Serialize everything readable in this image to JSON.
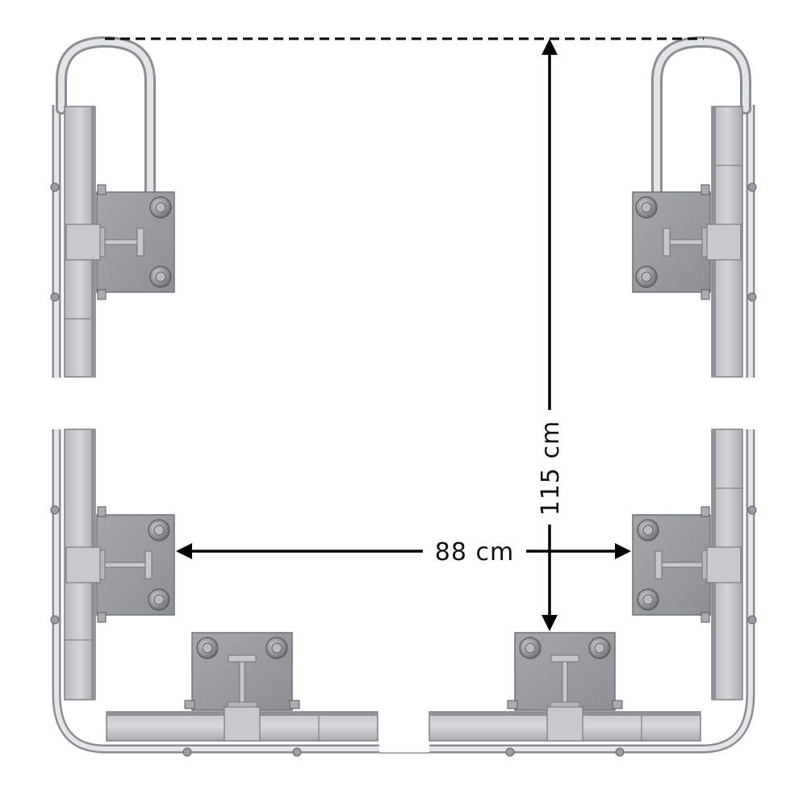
{
  "dimensions": {
    "width_label": "88 cm",
    "height_label": "115 cm"
  },
  "colors": {
    "steel_light": "#c9cbcd",
    "steel_mid": "#aeb1b4",
    "steel_dark": "#8f9398",
    "outline": "#6f7378",
    "rail_fill": "#dcdee0",
    "arrow": "#000000",
    "background": "#ffffff"
  },
  "parts": {
    "mount_plates": [
      "left-upper",
      "left-lower",
      "right-upper",
      "right-lower",
      "bottom-left",
      "bottom-right"
    ],
    "loop_handles": [
      "left",
      "right"
    ]
  }
}
